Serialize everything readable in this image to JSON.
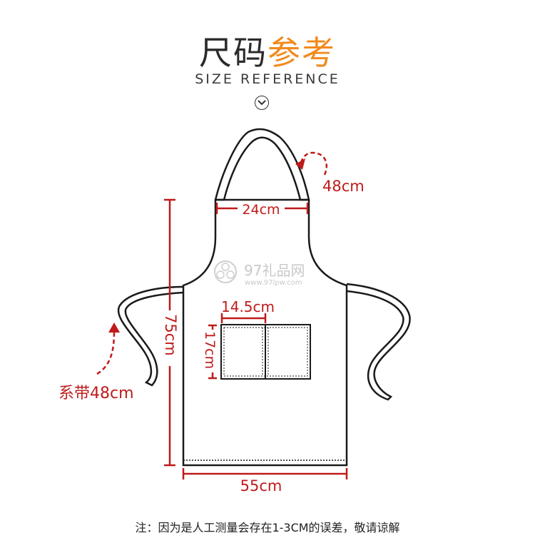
{
  "header": {
    "title_main": "尺码",
    "title_accent": "参考",
    "subtitle": "SIZE REFERENCE",
    "scroll_icon": "chevron-down-icon"
  },
  "measurements": {
    "neck_strap": "48cm",
    "top_width": "24cm",
    "pocket_width": "14.5cm",
    "pocket_height": "17cm",
    "total_length": "75cm",
    "waist_tie": "系带48cm",
    "bottom_width": "55cm"
  },
  "watermark": {
    "brand": "97礼品网",
    "url": "www.97lpw.com"
  },
  "footer": {
    "note": "注：因为是人工测量会存在1-3CM的误差，敬请谅解"
  },
  "colors": {
    "accent": "#f28a1c",
    "measure": "#c01a1a",
    "outline": "#1a1a1a"
  }
}
